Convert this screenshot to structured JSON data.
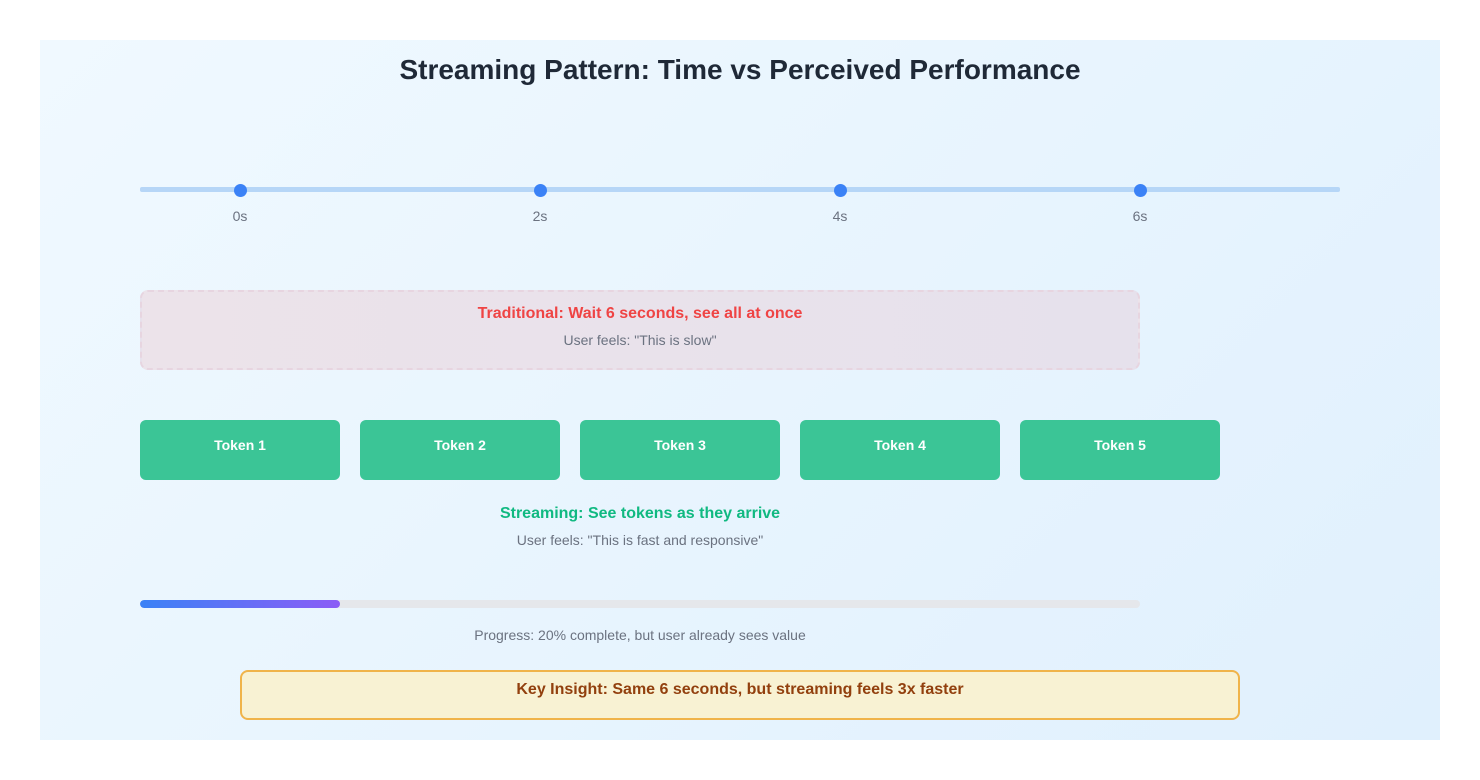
{
  "title": "Streaming Pattern: Time vs Perceived Performance",
  "timeline": {
    "labels": [
      "0s",
      "2s",
      "4s",
      "6s"
    ]
  },
  "traditional": {
    "heading": "Traditional: Wait 6 seconds, see all at once",
    "subtitle": "User feels: \"This is slow\""
  },
  "tokens": [
    "Token 1",
    "Token 2",
    "Token 3",
    "Token 4",
    "Token 5"
  ],
  "streaming": {
    "heading": "Streaming: See tokens as they arrive",
    "subtitle": "User feels: \"This is fast and responsive\""
  },
  "progress": {
    "fraction": 0.2,
    "label": "Progress: 20% complete, but user already sees value"
  },
  "insight": {
    "text": "Key Insight: Same 6 seconds, but streaming feels 3x faster"
  },
  "colors": {
    "timeline_dot": "#3b82f6",
    "traditional_text": "#ef4444",
    "token_fill": "#3bc596",
    "streaming_text": "#10b981",
    "insight_border": "#f0b44a",
    "insight_text": "#92400e"
  }
}
